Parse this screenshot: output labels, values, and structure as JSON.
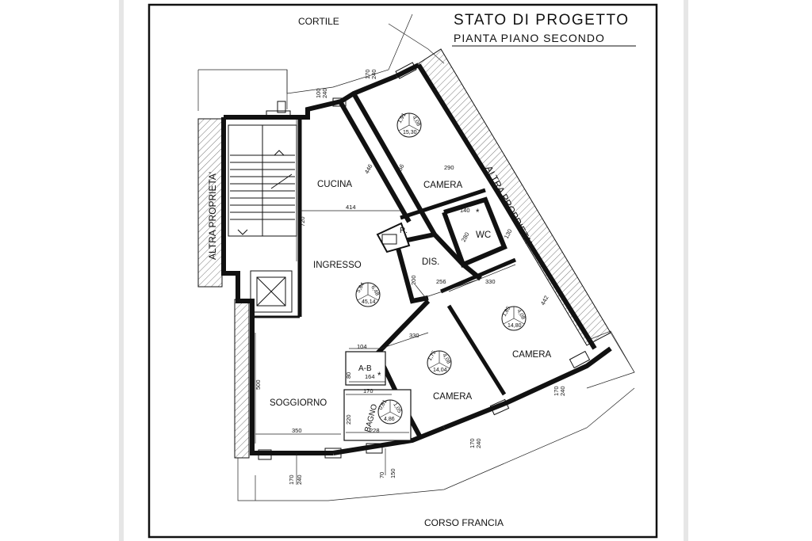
{
  "title": "STATO DI PROGETTO",
  "subtitle": "PIANTA PIANO SECONDO",
  "streets": {
    "top": "CORTILE",
    "bottom": "CORSO FRANCIA"
  },
  "side_labels": {
    "left": "ALTRA PROPRIETA'",
    "right": "ALTRA PROPRIETA'"
  },
  "rooms": {
    "cucina": "CUCINA",
    "ingresso": "INGRESSO",
    "soggiorno": "SOGGIORNO",
    "camera_top": "CAMERA",
    "camera_right": "CAMERA",
    "camera_bottom": "CAMERA",
    "wc": "WC",
    "dis": "DIS.",
    "r": "R.",
    "ab": "A-B",
    "bagno": "BAGNO"
  },
  "badges": [
    {
      "id": "camera-top",
      "a": "1,91",
      "b": "4,08",
      "c": "15,30"
    },
    {
      "id": "ingresso",
      "a": "5,64",
      "b": "6,48",
      "c": "45,14"
    },
    {
      "id": "camera-right",
      "a": "1,85",
      "b": "4,08",
      "c": "14,80"
    },
    {
      "id": "camera-bottom",
      "a": "1,75",
      "b": "4,08",
      "c": "14,04"
    },
    {
      "id": "bagno",
      "a": "0,61",
      "b": "1,05",
      "c": "4,86"
    }
  ],
  "dimensions": {
    "d100_240_top": [
      "100",
      "240"
    ],
    "d170_240_top": [
      "170",
      "240"
    ],
    "d446": "446",
    "d356": "356",
    "d290": "290",
    "d414": "414",
    "d720": "720",
    "d140": "140",
    "d280": "280",
    "d130": "130",
    "d200": "200",
    "d256": "256",
    "d330_a": "330",
    "d330_b": "330",
    "d442": "442",
    "d104": "104",
    "d164": "164",
    "d170": "170",
    "d228": "228",
    "d500": "500",
    "d350": "350",
    "d170_240_right": [
      "170",
      "240"
    ],
    "d170_240_bcam": [
      "170",
      "240"
    ],
    "d70_150": [
      "70",
      "150"
    ],
    "d170_240_bottom": [
      "170",
      "240"
    ],
    "d80": "80",
    "d220": "220"
  }
}
